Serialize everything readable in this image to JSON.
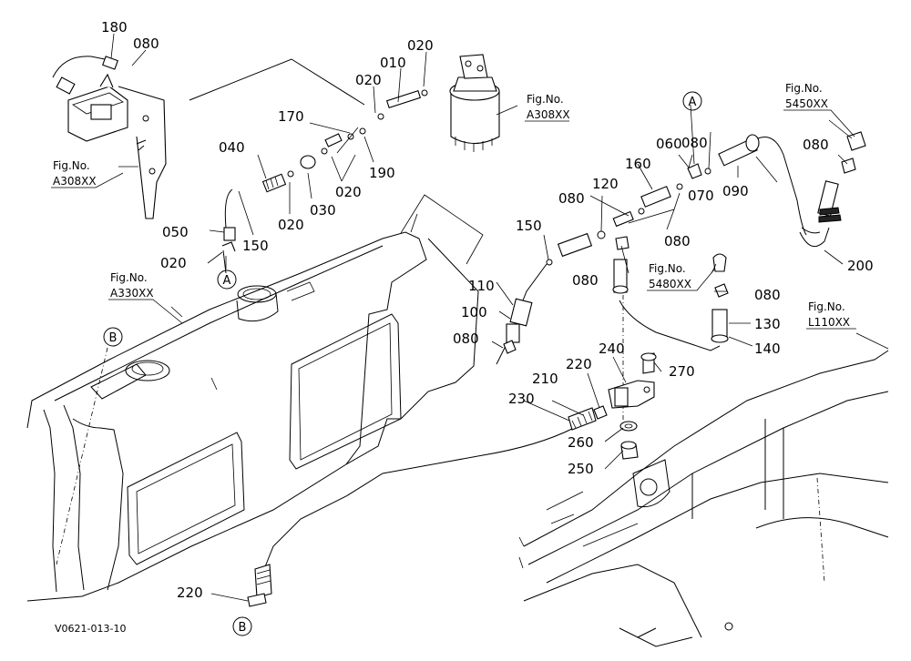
{
  "part_numbers": {
    "p010": "010",
    "p020": "020",
    "p030": "030",
    "p040": "040",
    "p050": "050",
    "p060": "060",
    "p070": "070",
    "p080": "080",
    "p090": "090",
    "p100": "100",
    "p110": "110",
    "p120": "120",
    "p130": "130",
    "p140": "140",
    "p150": "150",
    "p160": "160",
    "p170": "170",
    "p180": "180",
    "p190": "190",
    "p200": "200",
    "p210": "210",
    "p220": "220",
    "p230": "230",
    "p240": "240",
    "p250": "250",
    "p260": "260",
    "p270": "270"
  },
  "figure_refs": {
    "prefix": "Fig.No.",
    "a308": "A308XX",
    "a330": "A330XX",
    "s5450": "5450XX",
    "s5480": "5480XX",
    "l110": "L110XX"
  },
  "connection_markers": {
    "a": "A",
    "b": "B"
  },
  "footer": {
    "drawing_code": "V0621-013-10"
  }
}
